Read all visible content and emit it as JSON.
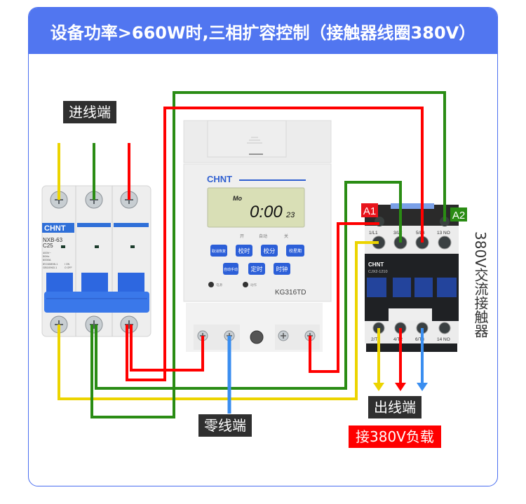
{
  "header": {
    "title": "设备功率>660W时,三相扩容控制（接触器线圈380V）"
  },
  "labels": {
    "input_terminal": "进线端",
    "neutral_terminal": "零线端",
    "output_terminal": "出线端",
    "load_note": "接380V负载",
    "contactor_side": "380V交流接触器"
  },
  "breaker": {
    "brand": "CHNT",
    "model": "NXB-63",
    "rating": "C25",
    "specs": [
      "400V~",
      "50Hz",
      "6000A"
    ],
    "standards": [
      "IEC60898-1",
      "GB10963.1"
    ],
    "switch_marks": [
      "I ON",
      "O OFF"
    ]
  },
  "timer": {
    "brand": "CHNT",
    "model": "KG316TD",
    "lcd": {
      "day": "Mo",
      "time": "0:00",
      "seconds": "23"
    },
    "mode_labels": [
      "开",
      "自动",
      "关"
    ],
    "buttons_row1": [
      "取消恢复",
      "校时",
      "校分",
      "校星期"
    ],
    "buttons_row2": [
      "自动手动",
      "定时",
      "时钟"
    ],
    "indicators": [
      "电源",
      "动作"
    ]
  },
  "contactor": {
    "brand": "CHNT",
    "model": "CJX2-1210",
    "coil_labels": [
      "A1",
      "A2"
    ],
    "top_terminals": [
      "1/L1",
      "3/L2",
      "5/L3",
      "13 NO"
    ],
    "bottom_terminals": [
      "2/T1",
      "4/T2",
      "6/T3",
      "14 NO"
    ]
  },
  "colors": {
    "header_bg": "#5176f0",
    "frame_border": "#4a6ef0",
    "wire_yellow": "#ecd400",
    "wire_green": "#2a8c14",
    "wire_red": "#ff0000",
    "wire_blue": "#3a8ef0",
    "coil_a1": "#e8141c",
    "coil_a2": "#2a8c14"
  }
}
